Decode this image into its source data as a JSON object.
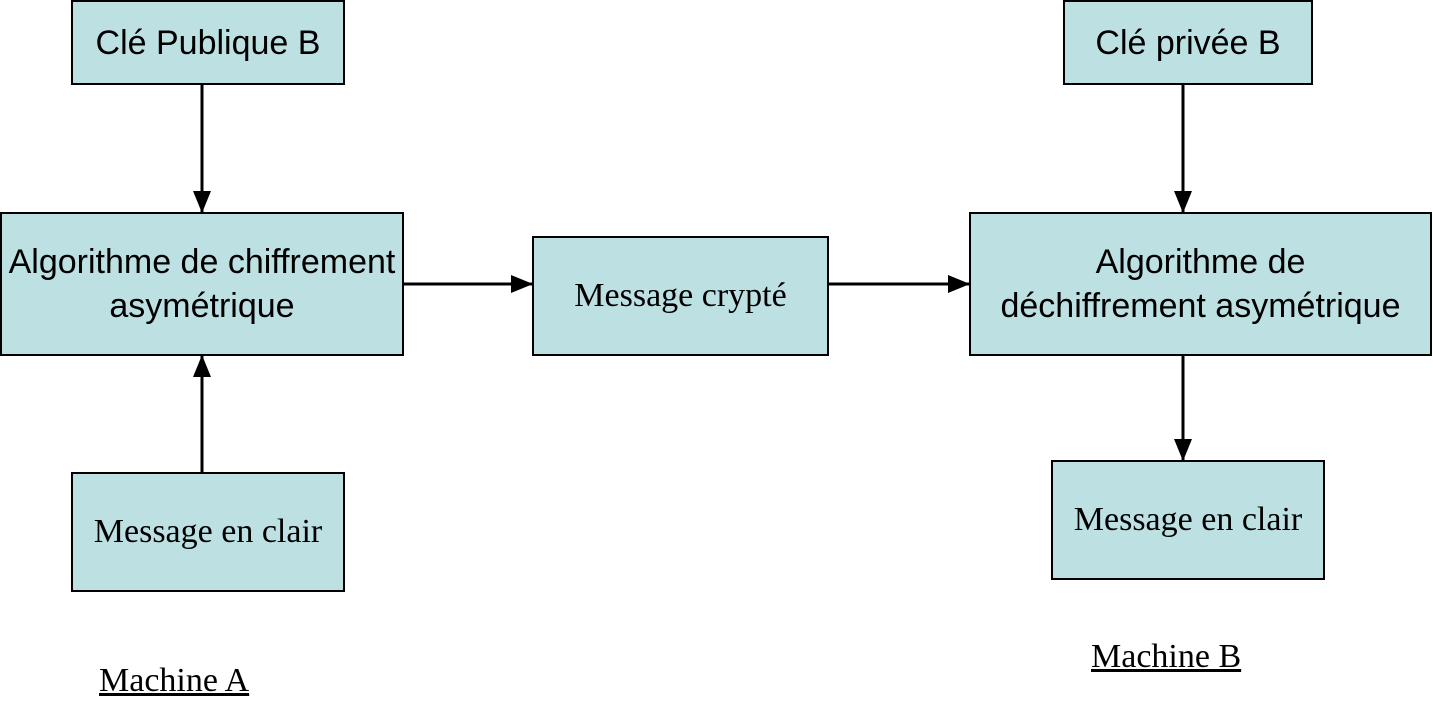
{
  "colors": {
    "box_fill": "#bde0e3",
    "stroke": "#000000"
  },
  "nodes": {
    "public_key_b": "Clé Publique B",
    "private_key_b": "Clé privée B",
    "encryption_algorithm": "Algorithme de chiffrement asymétrique",
    "decryption_algorithm": "Algorithme de déchiffrement asymétrique",
    "encrypted_message": "Message crypté",
    "plain_message_a": "Message en clair",
    "plain_message_b": "Message en clair"
  },
  "labels": {
    "machine_a": "Machine A",
    "machine_b": "Machine B"
  },
  "edges": [
    {
      "from": "public_key_b",
      "to": "encryption_algorithm"
    },
    {
      "from": "plain_message_a",
      "to": "encryption_algorithm"
    },
    {
      "from": "encryption_algorithm",
      "to": "encrypted_message"
    },
    {
      "from": "encrypted_message",
      "to": "decryption_algorithm"
    },
    {
      "from": "private_key_b",
      "to": "decryption_algorithm"
    },
    {
      "from": "decryption_algorithm",
      "to": "plain_message_b"
    }
  ]
}
